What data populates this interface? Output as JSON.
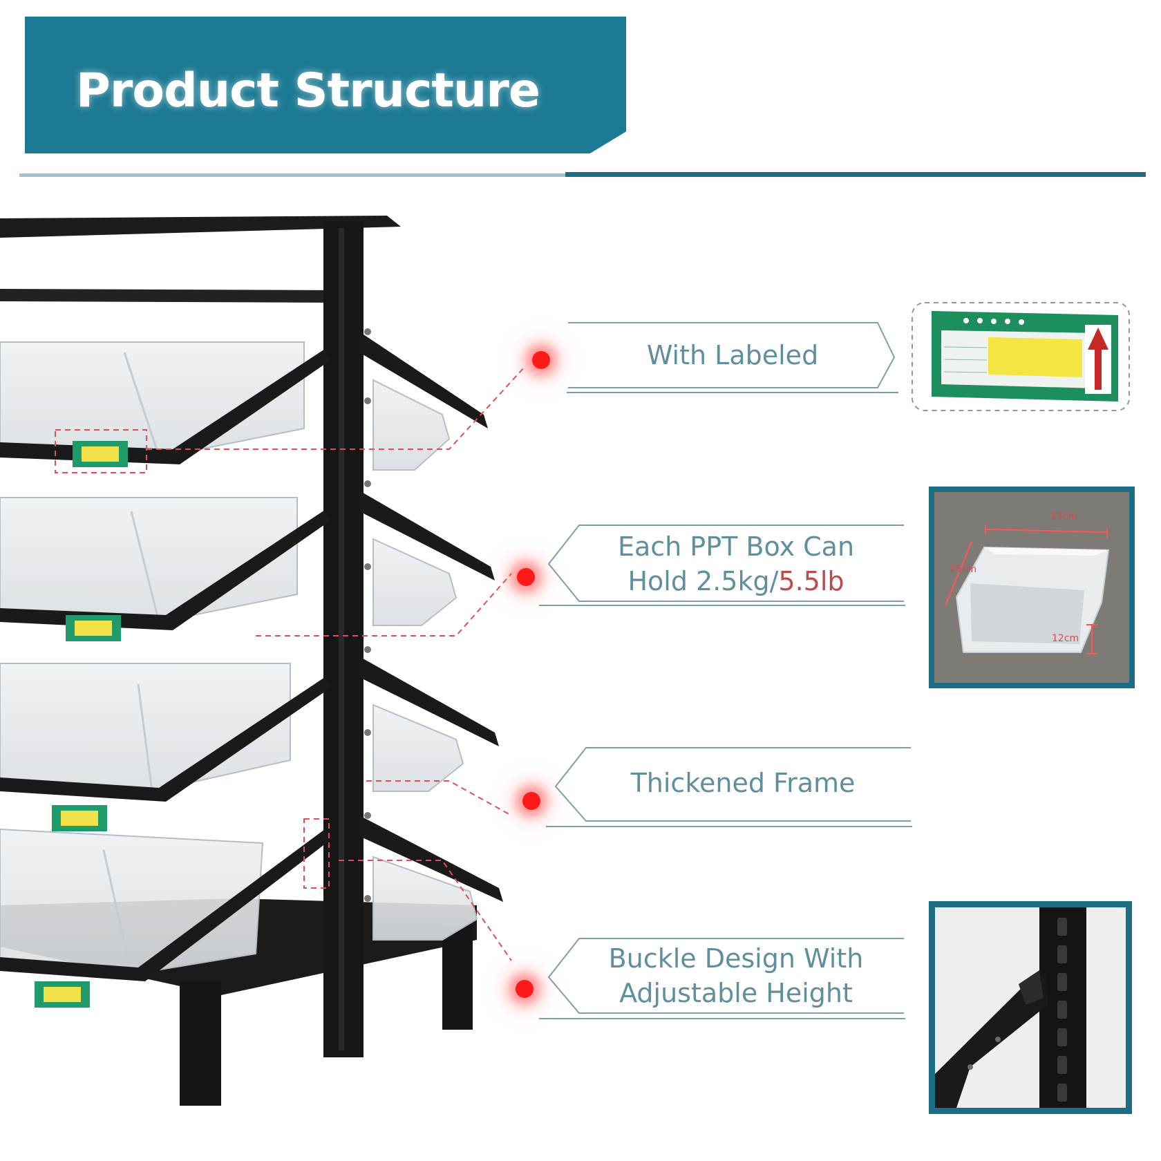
{
  "header": {
    "title": "Product Structure"
  },
  "callouts": [
    {
      "label": "With Labeled"
    },
    {
      "line1": "Each PPT Box Can",
      "line2_prefix": "Hold 2.5kg/",
      "line2_accent": "5.5lb"
    },
    {
      "label": "Thickened Frame"
    },
    {
      "line1": "Buckle Design With",
      "line2": "Adjustable Height"
    }
  ],
  "box_dimensions": {
    "width": "13cm",
    "depth": "25cm",
    "height": "12cm"
  },
  "colors": {
    "banner": "#1d7a94",
    "rule_dark": "#1e6f85",
    "callout_text": "#5f8f9c",
    "accent": "#c04a4a",
    "dot": "#ff1a1a"
  }
}
